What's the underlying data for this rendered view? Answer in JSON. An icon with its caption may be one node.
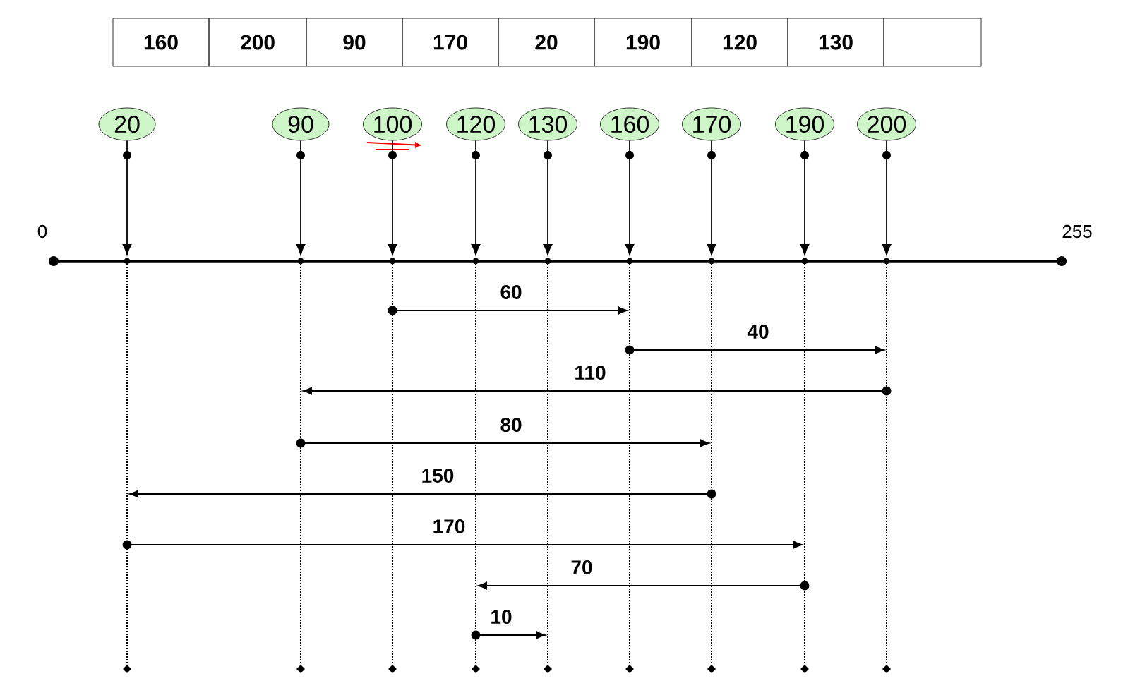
{
  "diagram": {
    "nodes": [
      {
        "text": [
          "20"
        ]
      },
      {
        "text": [
          "90"
        ]
      },
      {
        "text": [
          "100"
        ]
      },
      {
        "text": [
          "120"
        ]
      },
      {
        "text": [
          "130"
        ]
      },
      {
        "text": [
          "160"
        ]
      },
      {
        "text": [
          "170"
        ]
      },
      {
        "text": [
          "190"
        ]
      },
      {
        "text": [
          "200"
        ]
      }
    ],
    "edges": [
      {
        "from": 0,
        "to": null,
        "arrow": "to"
      },
      {
        "from": 1,
        "to": null,
        "arrow": "to"
      },
      {
        "from": 2,
        "to": null,
        "arrow": "to"
      },
      {
        "from": 3,
        "to": null,
        "arrow": "to"
      },
      {
        "from": 4,
        "to": null,
        "arrow": "to"
      },
      {
        "from": 5,
        "to": null,
        "arrow": "to"
      },
      {
        "from": 6,
        "to": null,
        "arrow": "to"
      },
      {
        "from": 7,
        "to": null,
        "arrow": "to"
      },
      {
        "from": 8,
        "to": null,
        "arrow": "to"
      }
    ],
    "labels": [
      "160",
      "200",
      "90",
      "170",
      "20",
      "190",
      "120",
      "130",
      "0",
      "255",
      "60",
      "40",
      "110",
      "80",
      "150",
      "170",
      "70",
      "10"
    ]
  }
}
